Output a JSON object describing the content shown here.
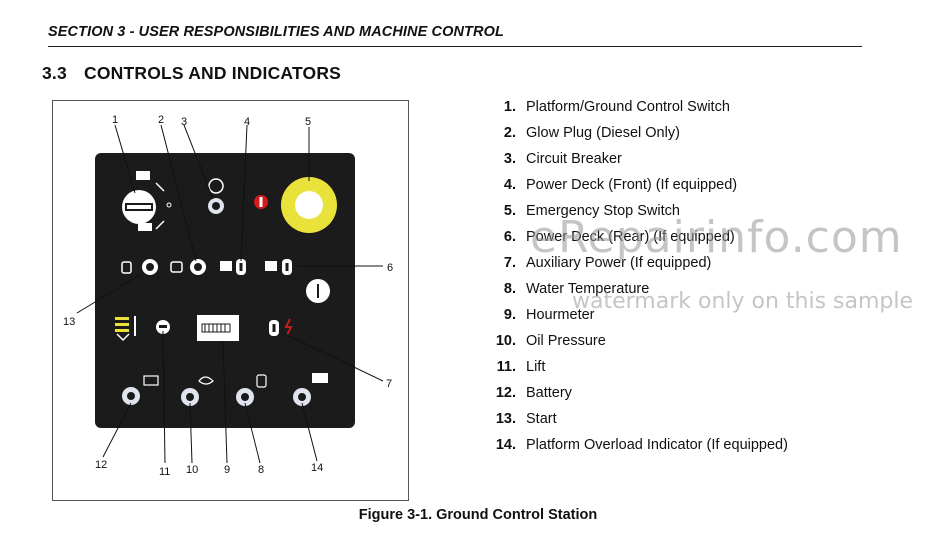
{
  "header": {
    "section": "SECTION 3 - USER RESPONSIBILITIES AND MACHINE CONTROL",
    "number": "3.3",
    "title": "CONTROLS AND INDICATORS"
  },
  "figure": {
    "caption": "Figure 3-1. Ground Control Station",
    "callouts": [
      "1",
      "2",
      "3",
      "4",
      "5",
      "6",
      "7",
      "8",
      "9",
      "10",
      "11",
      "12",
      "13",
      "14"
    ]
  },
  "legend": [
    {
      "num": "1.",
      "text": "Platform/Ground Control Switch"
    },
    {
      "num": "2.",
      "text": "Glow Plug (Diesel Only)"
    },
    {
      "num": "3.",
      "text": "Circuit Breaker"
    },
    {
      "num": "4.",
      "text": "Power Deck (Front) (If equipped)"
    },
    {
      "num": "5.",
      "text": "Emergency Stop Switch"
    },
    {
      "num": "6.",
      "text": "Power Deck (Rear) (If equipped)"
    },
    {
      "num": "7.",
      "text": "Auxiliary Power (If equipped)"
    },
    {
      "num": "8.",
      "text": "Water Temperature"
    },
    {
      "num": "9.",
      "text": "Hourmeter"
    },
    {
      "num": "10.",
      "text": "Oil Pressure"
    },
    {
      "num": "11.",
      "text": "Lift"
    },
    {
      "num": "12.",
      "text": "Battery"
    },
    {
      "num": "13.",
      "text": "Start"
    },
    {
      "num": "14.",
      "text": "Platform Overload Indicator (If equipped)"
    }
  ],
  "watermark": {
    "line1": "eRepairinfo.com",
    "line2": "watermark only on this sample"
  },
  "colors": {
    "panel": "#1b1b1b",
    "estop": "#e8e23a",
    "red": "#d21c1c"
  }
}
